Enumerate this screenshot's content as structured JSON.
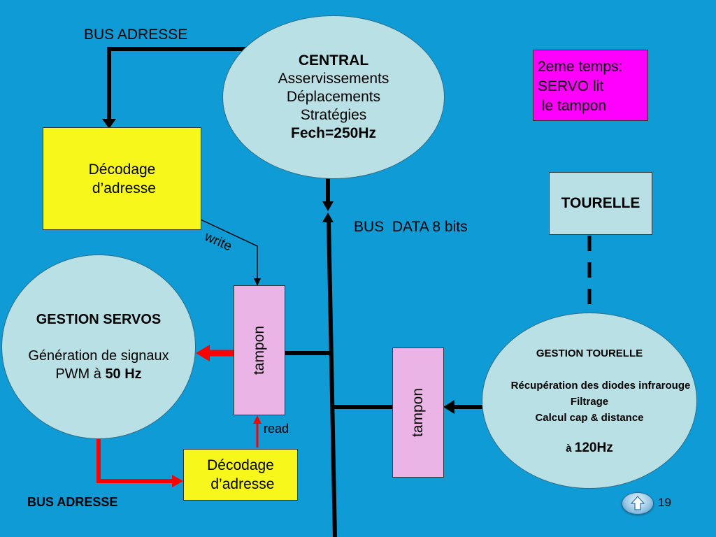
{
  "labels": {
    "bus_adresse_top": "BUS ADRESSE",
    "bus_adresse_bottom": "BUS ADRESSE",
    "bus_data": "BUS  DATA 8 bits",
    "write": "write",
    "read": "read",
    "page_number": "19"
  },
  "central": {
    "title": "CENTRAL",
    "line1": "Asservissements",
    "line2": "Déplacements",
    "line3": "Stratégies",
    "freq": "Fech=250Hz"
  },
  "note": {
    "line1": "2eme temps:",
    "line2": "SERVO lit",
    "line3": " le tampon"
  },
  "decodage_top": {
    "line1": "Décodage",
    "line2": " d’adresse"
  },
  "decodage_bottom": {
    "line1": "Décodage",
    "line2": " d’adresse"
  },
  "tourelle": {
    "label": "TOURELLE"
  },
  "gestion_servos": {
    "title": "GESTION SERVOS",
    "line1": "Génération de signaux",
    "line2_prefix": "PWM à ",
    "line2_bold": "50 Hz"
  },
  "gestion_tourelle": {
    "title": "GESTION TOURELLE",
    "line1": "Récupération des diodes infrarouge",
    "line2": "Filtrage",
    "line3": "Calcul cap & distance",
    "freq_prefix": "à ",
    "freq_value": "120Hz"
  },
  "tampon_left": {
    "label": "tampon"
  },
  "tampon_right": {
    "label": "tampon"
  },
  "colors": {
    "background": "#0f9bd6",
    "ellipse_fill": "#b9e0e4",
    "decodage_fill": "#f7f71b",
    "tampon_fill": "#eab5e6",
    "note_fill": "#ff00ff",
    "tourelle_fill": "#b9e0e4",
    "red_arrow": "#ff0000"
  },
  "icons": {
    "nav": "up-arrow-icon"
  }
}
